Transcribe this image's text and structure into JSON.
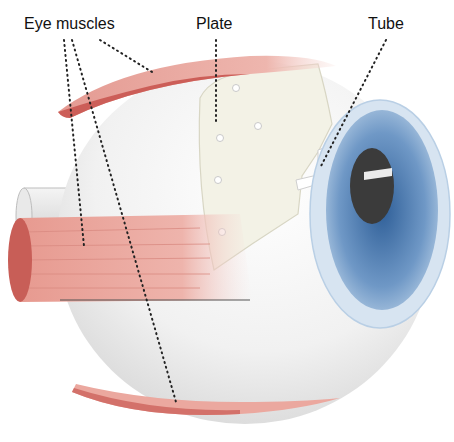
{
  "diagram": {
    "labels": [
      "Eye muscles",
      "Plate",
      "Tube"
    ]
  }
}
